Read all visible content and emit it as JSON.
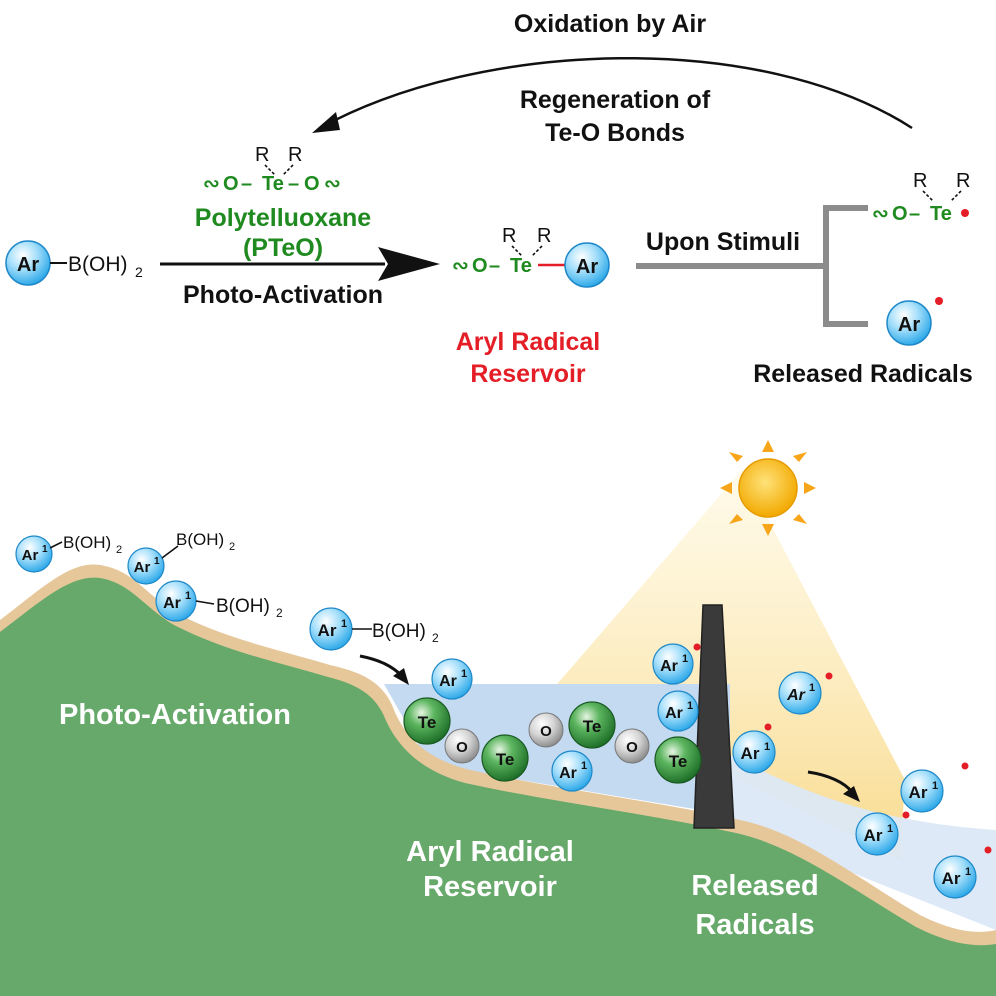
{
  "top": {
    "cycle_title": "Oxidation by Air",
    "cycle_sub1": "Regeneration of",
    "cycle_sub2": "Te-O Bonds",
    "reagent_group": "B(OH)",
    "reagent_sub": "2",
    "polymer_name": "Polytelluoxane",
    "polymer_abbr": "(PTeO)",
    "step_label": "Photo-Activation",
    "stimuli_label": "Upon Stimuli",
    "product_label1": "Aryl Radical",
    "product_label2": "Reservoir",
    "released_label": "Released Radicals",
    "aryl": "Ar",
    "r_group": "R",
    "oxygen": "O",
    "tellurium": "Te",
    "bond": "–",
    "wave": "∾"
  },
  "bottom": {
    "label_activation": "Photo-Activation",
    "label_reservoir1": "Aryl Radical",
    "label_reservoir2": "Reservoir",
    "label_released1": "Released",
    "label_released2": "Radicals",
    "aryl_main": "Ar",
    "aryl_sup": "1",
    "boronic": "B(OH)",
    "boronic_sub": "2",
    "te": "Te",
    "o": "O"
  },
  "colors": {
    "aryl_sphere": "#4fc3f7",
    "te_sphere": "#2e8b3a",
    "o_sphere": "#bdbdbd",
    "hill": "#66a96a",
    "shore": "#e8c99a",
    "water_upper": "#c6dbf2",
    "water_lower": "#dce9f7",
    "light_beam": "#f9d77a",
    "sun": "#f5b800",
    "radical_dot": "#e41e26",
    "label_green": "#1f8a1f",
    "label_red": "#e41e26"
  }
}
